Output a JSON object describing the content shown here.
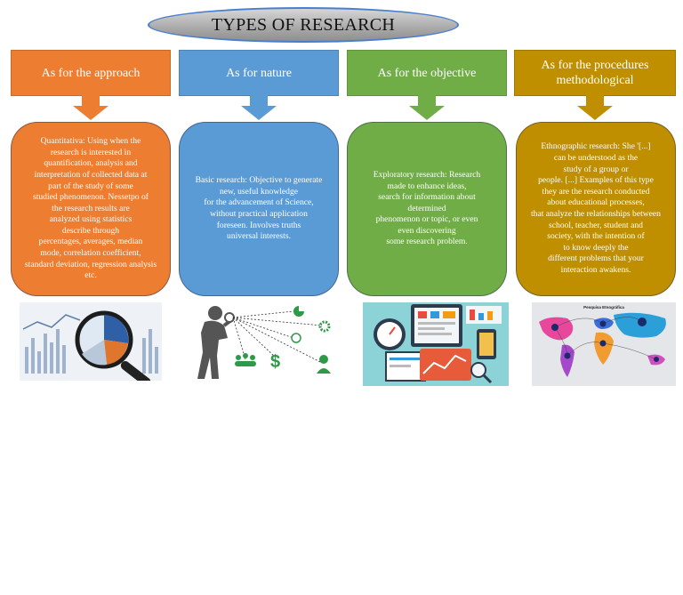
{
  "title": "TYPES OF RESEARCH",
  "columns": [
    {
      "header": "As for the approach",
      "text": "Quantitativa: Using when the\nresearch is interested in\nquantification, analysis and\ninterpretation of collected data at\npart of the study of some\nstudied phenomenon. Nessetpo of\nthe research results are\nanalyzed using statistics\ndescribe through\npercentages, averages, median\nmode, correlation coefficient,\nstandard deviation, regression analysis\netc.",
      "image_icon": "magnifier-over-charts-image",
      "color": "#ed7d31"
    },
    {
      "header": "As for nature",
      "text": "Basic research: Objective to generate\nnew, useful knowledge\nfor the advancement of Science,\nwithout practical application\nforeseen. Involves truths\nuniversal interests.",
      "image_icon": "person-with-magnifier-image",
      "color": "#5b9bd5"
    },
    {
      "header": "As for the objective",
      "text": "Exploratory research: Research\nmade to enhance ideas,\nsearch for information about\ndetermined\nphenomenon or topic, or even\neven discovering\nsome research problem.",
      "image_icon": "analytics-dashboard-image",
      "color": "#70ad47"
    },
    {
      "header": "As for the procedures\nmethodological",
      "text": "Ethnographic research: She '[...]\ncan be understood as the\nstudy of a group or\npeople. [...] Examples of this type\nthey are the research conducted\nabout educational processes,\nthat analyze the relationships between\nschool, teacher, student and\nsociety, with the intention of\nto know deeply the\ndifferent problems that your\ninteraction awakens.",
      "image_icon": "world-map-image",
      "map_caption": "Pesquisa Etnográfica",
      "color": "#bf8f00"
    }
  ]
}
